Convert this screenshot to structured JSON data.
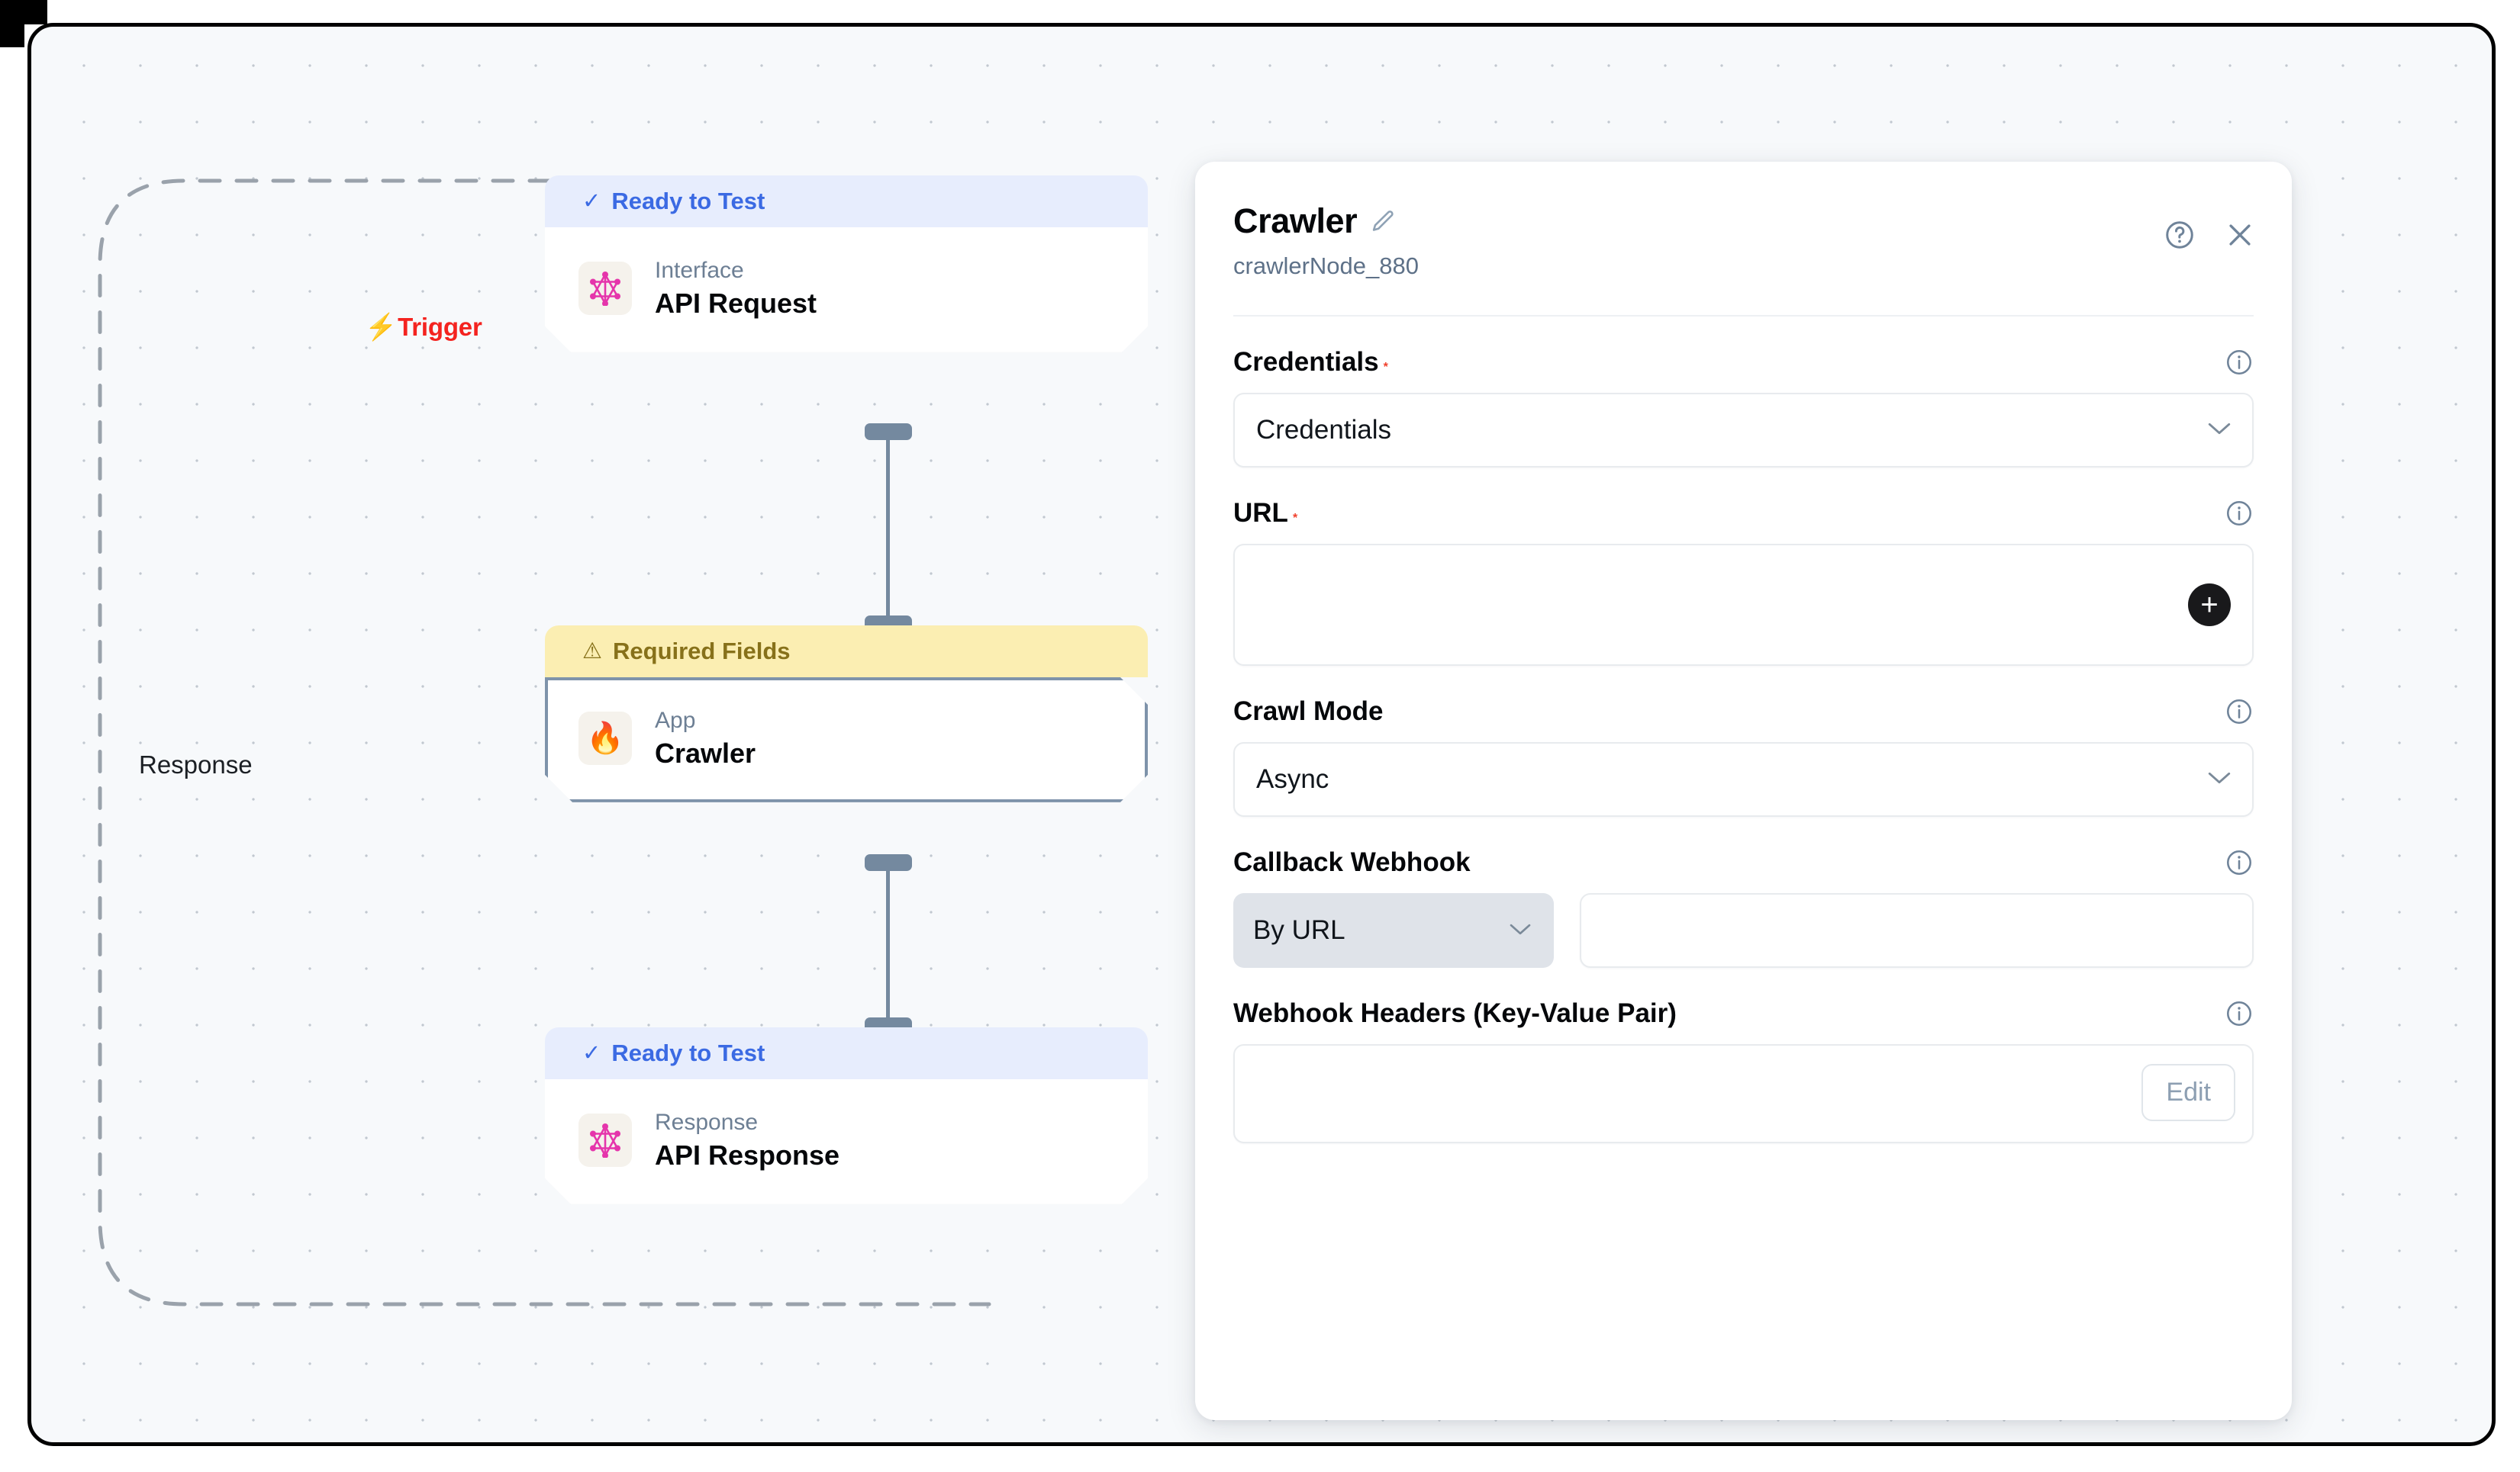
{
  "canvas": {
    "trigger_label": "Trigger",
    "trigger_icon": "lightning-bolt-icon",
    "response_label": "Response",
    "nodes": [
      {
        "status": "Ready to Test",
        "status_icon": "check-icon",
        "status_type": "ready",
        "kind": "Interface",
        "title": "API Request",
        "icon": "graphql-icon",
        "emoji": "⬡"
      },
      {
        "status": "Required Fields",
        "status_icon": "warning-triangle-icon",
        "status_type": "warn",
        "kind": "App",
        "title": "Crawler",
        "icon": "flame-icon",
        "emoji": "🔥"
      },
      {
        "status": "Ready to Test",
        "status_icon": "check-icon",
        "status_type": "ready",
        "kind": "Response",
        "title": "API Response",
        "icon": "graphql-icon",
        "emoji": "⬡"
      }
    ]
  },
  "panel": {
    "title": "Crawler",
    "edit_title_icon": "pencil-icon",
    "node_id": "crawlerNode_880",
    "help_icon": "question-circle-icon",
    "close_icon": "close-icon",
    "fields": [
      {
        "label": "Credentials",
        "required": true,
        "info_icon": "info-circle-icon",
        "control": "select",
        "value": "Credentials",
        "chevron": "chevron-down-icon"
      },
      {
        "label": "URL",
        "required": true,
        "info_icon": "info-circle-icon",
        "control": "multi-url",
        "value": "",
        "add_icon": "plus-icon"
      },
      {
        "label": "Crawl Mode",
        "required": false,
        "info_icon": "info-circle-icon",
        "control": "select",
        "value": "Async",
        "chevron": "chevron-down-icon"
      },
      {
        "label": "Callback Webhook",
        "required": false,
        "info_icon": "info-circle-icon",
        "control": "mode-plus-input",
        "mode_value": "By URL",
        "chevron": "chevron-down-icon",
        "value": ""
      },
      {
        "label": "Webhook Headers (Key-Value Pair)",
        "required": false,
        "info_icon": "info-circle-icon",
        "control": "editor",
        "edit_label": "Edit"
      }
    ]
  },
  "colors": {
    "ready_bg": "#e7edfd",
    "ready_fg": "#3b6ae3",
    "warn_bg": "#fbeeb2",
    "warn_fg": "#87711a",
    "trigger": "#f4231f",
    "handle": "#74899f",
    "selected_border": "#7e93aa",
    "canvas_bg": "#f7f9fb",
    "accent_dark": "#19191b"
  }
}
